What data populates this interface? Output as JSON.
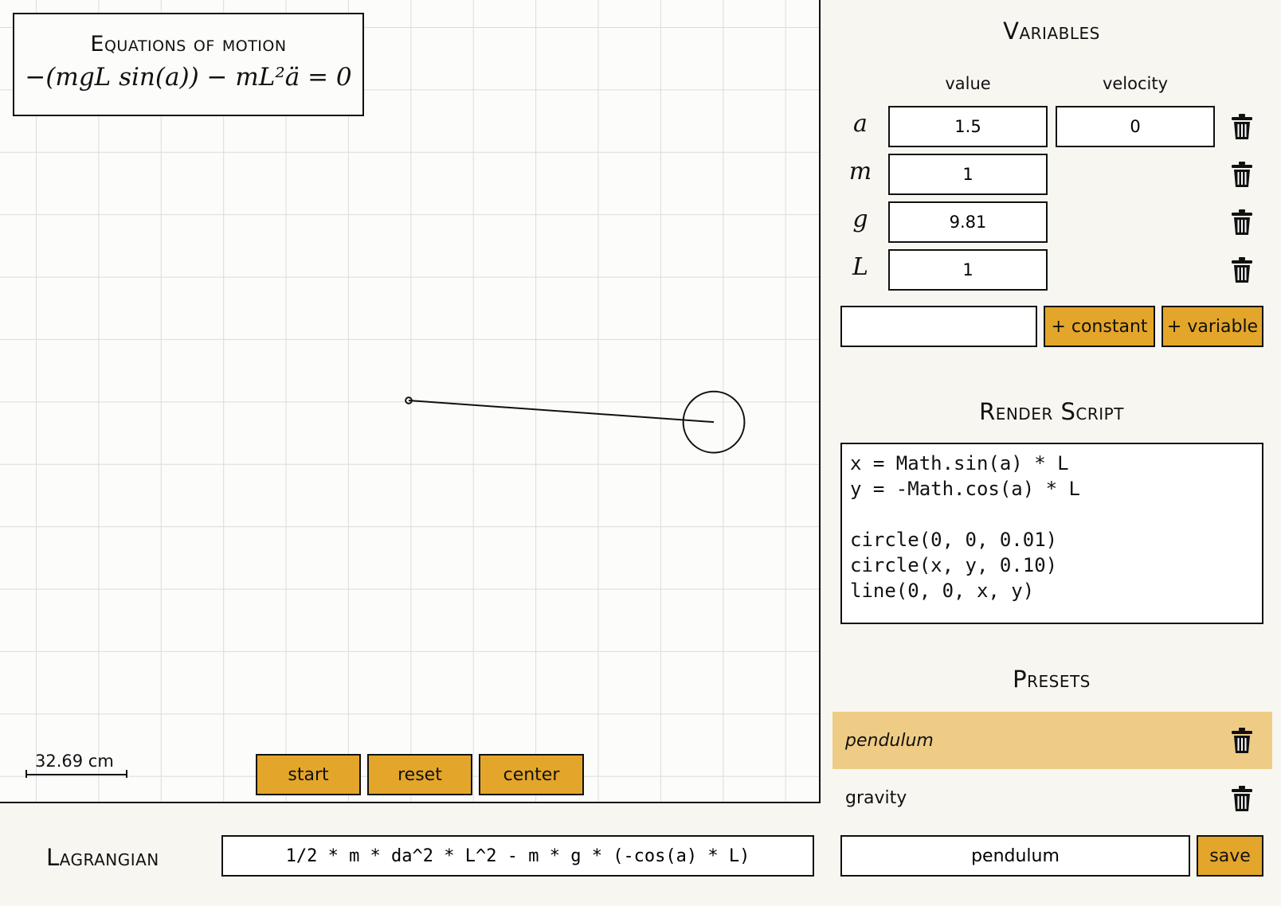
{
  "equations": {
    "title": "Equations of motion",
    "expression": "−(mgL sin(a)) − mL²ä = 0"
  },
  "canvas": {
    "scale_label": "32.69 cm",
    "pendulum": {
      "angle_a": 1.5,
      "length_L": 1,
      "pivot_radius": 0.01,
      "bob_radius": 0.1
    }
  },
  "controls": {
    "start_label": "start",
    "reset_label": "reset",
    "center_label": "center"
  },
  "variables": {
    "title": "Variables",
    "value_header": "value",
    "velocity_header": "velocity",
    "rows": [
      {
        "symbol": "a",
        "value": "1.5",
        "velocity": "0"
      },
      {
        "symbol": "m",
        "value": "1"
      },
      {
        "symbol": "g",
        "value": "9.81"
      },
      {
        "symbol": "L",
        "value": "1"
      }
    ],
    "new_name_value": "",
    "add_constant_label": "+ constant",
    "add_variable_label": "+ variable"
  },
  "render_script": {
    "title": "Render Script",
    "code": "x = Math.sin(a) * L\ny = -Math.cos(a) * L\n\ncircle(0, 0, 0.01)\ncircle(x, y, 0.10)\nline(0, 0, x, y)"
  },
  "presets": {
    "title": "Presets",
    "items": [
      {
        "label": "pendulum",
        "active": true
      },
      {
        "label": "gravity",
        "active": false
      }
    ],
    "name_value": "pendulum",
    "save_label": "save"
  },
  "lagrangian": {
    "label": "Lagrangian",
    "expression": "1/2 * m * da^2 * L^2 - m * g * (-cos(a) * L)"
  },
  "colors": {
    "accent": "#e3a62a",
    "active_preset": "#efcc85",
    "panel_bg": "#f8f6f1",
    "grid": "#dcdcdc"
  }
}
